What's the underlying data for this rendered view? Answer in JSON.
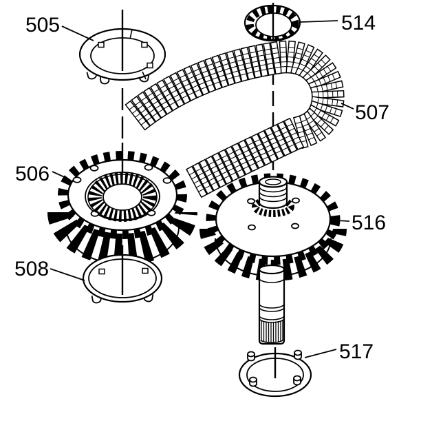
{
  "figure": {
    "background_color": "#ffffff",
    "line_color": "#000000",
    "callouts": [
      {
        "label": "505"
      },
      {
        "label": "506"
      },
      {
        "label": "507"
      },
      {
        "label": "508"
      },
      {
        "label": "514"
      },
      {
        "label": "516"
      },
      {
        "label": "517"
      }
    ]
  }
}
